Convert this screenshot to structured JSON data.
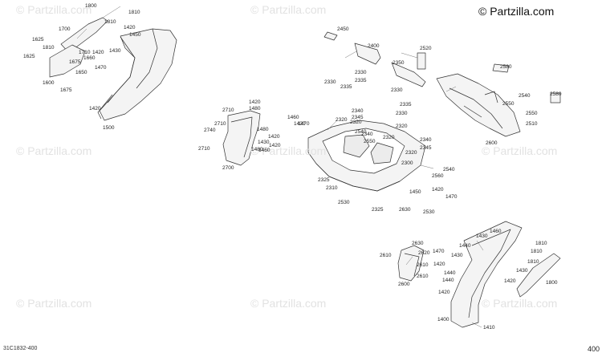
{
  "watermark": "© Partzilla.com",
  "brand": "© Partzilla.com",
  "diagram_code": "31C1832-400",
  "page_number": "400",
  "callouts": [
    "1800",
    "1810",
    "1810",
    "1420",
    "1700",
    "1450",
    "1625",
    "1810",
    "1430",
    "1625",
    "1710",
    "1420",
    "1660",
    "1675",
    "1470",
    "1650",
    "1600",
    "1675",
    "1420",
    "1500",
    "2450",
    "2400",
    "2520",
    "2350",
    "2580",
    "2330",
    "2330",
    "2335",
    "2335",
    "2330",
    "2335",
    "2540",
    "2580",
    "2550",
    "2550",
    "2510",
    "2600",
    "1420",
    "2710",
    "1480",
    "2710",
    "2740",
    "1480",
    "1420",
    "1430",
    "1420",
    "1460",
    "2710",
    "1480",
    "2700",
    "1460",
    "1470",
    "1420",
    "2320",
    "2345",
    "2340",
    "2330",
    "2320",
    "2320",
    "2540",
    "2340",
    "2320",
    "2550",
    "2340",
    "2345",
    "2300",
    "2320",
    "2325",
    "2540",
    "2560",
    "2310",
    "1420",
    "1450",
    "1470",
    "2530",
    "2325",
    "2630",
    "2530",
    "1460",
    "1430",
    "1810",
    "2630",
    "1440",
    "1470",
    "2610",
    "2620",
    "2610",
    "1810",
    "1420",
    "1430",
    "1810",
    "1440",
    "1430",
    "2610",
    "1800",
    "1420",
    "1440",
    "2600",
    "1420",
    "1400",
    "1410"
  ]
}
